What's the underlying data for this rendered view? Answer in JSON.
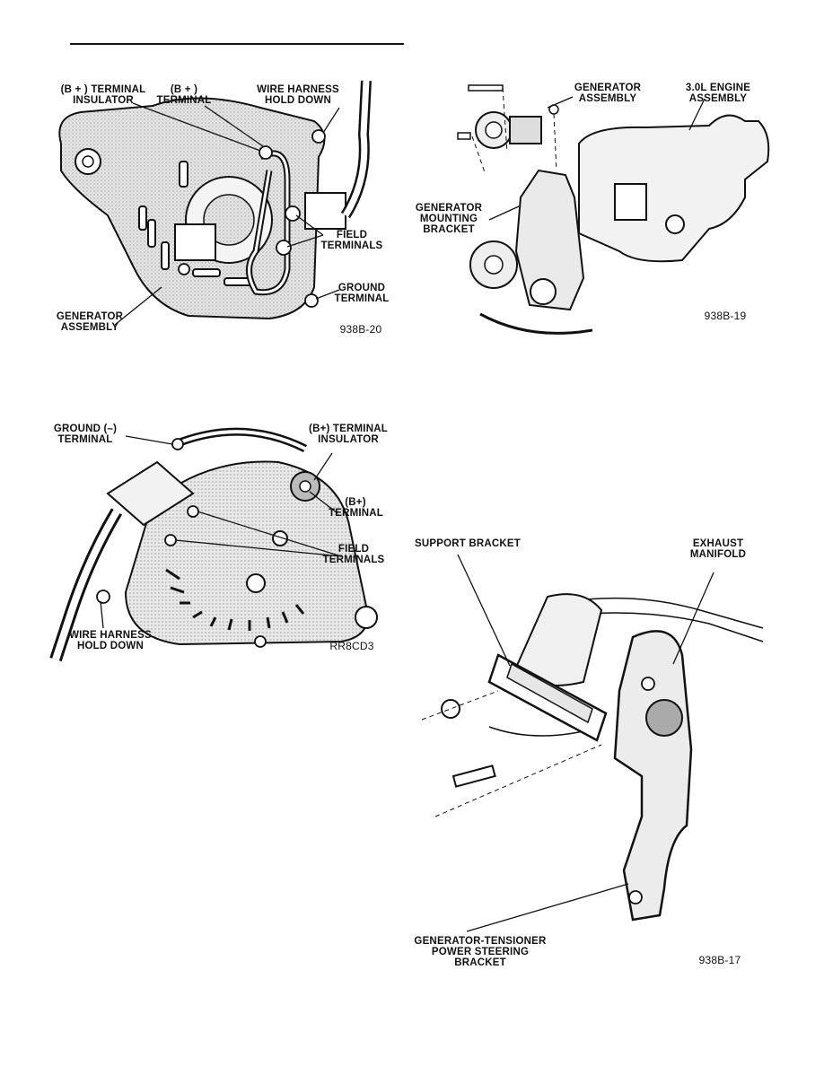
{
  "fig1": {
    "labels": {
      "bplus_insulator": "(B + ) TERMINAL\nINSULATOR",
      "bplus_terminal": "(B + )\nTERMINAL",
      "wire_harness": "WIRE HARNESS\nHOLD DOWN",
      "field_terminals": "FIELD\nTERMINALS",
      "ground_terminal": "GROUND\nTERMINAL",
      "generator_assembly": "GENERATOR\nASSEMBLY"
    },
    "code": "938B-20"
  },
  "fig2": {
    "labels": {
      "generator_assembly": "GENERATOR\nASSEMBLY",
      "engine_assembly": "3.0L ENGINE\nASSEMBLY",
      "mounting_bracket": "GENERATOR\nMOUNTING\nBRACKET"
    },
    "code": "938B-19"
  },
  "fig3": {
    "labels": {
      "ground_terminal": "GROUND (–)\nTERMINAL",
      "bplus_insulator": "(B+) TERMINAL\nINSULATOR",
      "bplus_terminal": "(B+)\nTERMINAL",
      "field_terminals": "FIELD\nTERMINALS",
      "wire_harness": "WIRE HARNESS\nHOLD DOWN"
    },
    "code": "RR8CD3"
  },
  "fig4": {
    "labels": {
      "support_bracket": "SUPPORT BRACKET",
      "exhaust_manifold": "EXHAUST\nMANIFOLD",
      "tensioner_bracket": "GENERATOR-TENSIONER\nPOWER STEERING\nBRACKET"
    },
    "code": "938B-17"
  }
}
